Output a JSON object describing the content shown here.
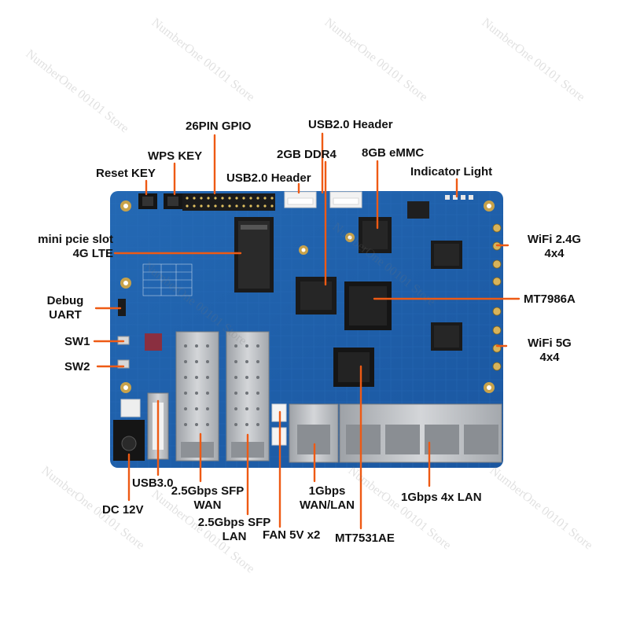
{
  "colors": {
    "board": "#1f5fa8",
    "board_dark": "#174d8c",
    "leader": "#ee5a14",
    "chip": "#1a1a1a",
    "metal": "#b9bcc0",
    "pin_header": "#222222",
    "connector_white": "#f2f2f2",
    "hole_gold": "#c8a24a"
  },
  "labels": {
    "gpio": "26PIN GPIO",
    "usb_header_top": "USB2.0 Header",
    "wps_key": "WPS KEY",
    "ddr4": "2GB DDR4",
    "emmc": "8GB eMMC",
    "reset_key": "Reset KEY",
    "usb_header_mid": "USB2.0 Header",
    "indicator": "Indicator Light",
    "minipcie_line1": "mini pcie slot",
    "minipcie_line2": "4G LTE",
    "wifi24_line1": "WiFi 2.4G",
    "wifi24_line2": "4x4",
    "debug_line1": "Debug",
    "debug_line2": "UART",
    "mt7986a": "MT7986A",
    "sw1": "SW1",
    "wifi5_line1": "WiFi 5G",
    "wifi5_line2": "4x4",
    "sw2": "SW2",
    "usb3": "USB3.0",
    "sfp_wan_line1": "2.5Gbps SFP",
    "sfp_wan_line2": "WAN",
    "wanlan_line1": "1Gbps",
    "wanlan_line2": "WAN/LAN",
    "lan4": "1Gbps 4x LAN",
    "dc12v": "DC 12V",
    "sfp_lan_line1": "2.5Gbps SFP",
    "sfp_lan_line2": "LAN",
    "fan": "FAN 5V x2",
    "mt7531ae": "MT7531AE"
  },
  "watermark": {
    "text": "NumberOne 00101 Store"
  }
}
